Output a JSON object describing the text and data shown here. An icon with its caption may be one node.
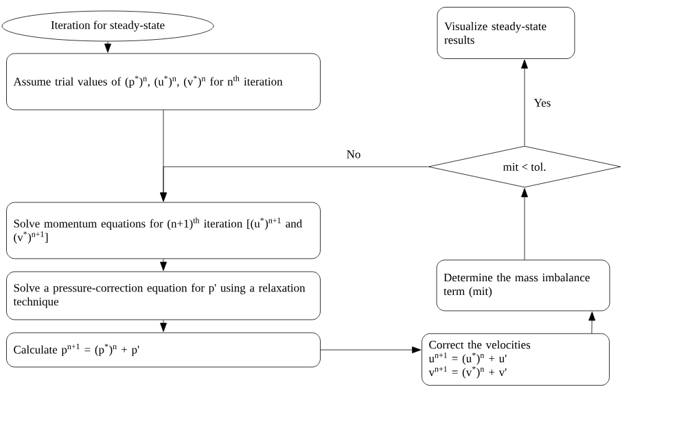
{
  "diagram": {
    "nodes": [
      {
        "text": [
          "Iteration for steady-state"
        ]
      },
      {
        "text": [
          "Assume trial values of (p$^{*}$)$^{n}$, (u$^{*}$)$^{n}$, (v$^{*}$)$^{n}$ for n$^{th}$ iteration"
        ]
      },
      {
        "text": [
          "Solve momentum equations for (n+1)$^{th}$ iteration [(u$^{*}$)$^{n+1}$ and (v$^{*}$)$^{n+1}$]"
        ]
      },
      {
        "text": [
          "Solve a pressure-correction equation for p' using a relaxation technique"
        ]
      },
      {
        "text": [
          "Calculate p$^{n+1}$ = (p$^{*}$)$^{n}$ + p'"
        ]
      },
      {
        "text": [
          "Correct the velocities",
          "u$^{n+1}$ = (u$^{*}$)$^{n}$ + u'",
          "v$^{n+1}$ = (v$^{*}$)$^{n}$ + v'"
        ]
      },
      {
        "text": [
          "Determine the mass imbalance term (mit)"
        ]
      },
      {
        "text": [
          "mit < tol."
        ]
      },
      {
        "text": [
          "Visualize steady-state results"
        ]
      }
    ],
    "edges": [
      {
        "from": 0,
        "to": 1,
        "arrow": "to"
      },
      {
        "from": 1,
        "to": 2,
        "arrow": "to"
      },
      {
        "from": 7,
        "to": 2,
        "arrow": "to",
        "label": "No"
      },
      {
        "from": 2,
        "to": 3,
        "arrow": "to"
      },
      {
        "from": 3,
        "to": 4,
        "arrow": "to"
      },
      {
        "from": 4,
        "to": 5,
        "arrow": "to"
      },
      {
        "from": 5,
        "to": 6,
        "arrow": "to"
      },
      {
        "from": 6,
        "to": 7,
        "arrow": "to"
      },
      {
        "from": 7,
        "to": 8,
        "arrow": "to",
        "label": "Yes"
      }
    ]
  }
}
